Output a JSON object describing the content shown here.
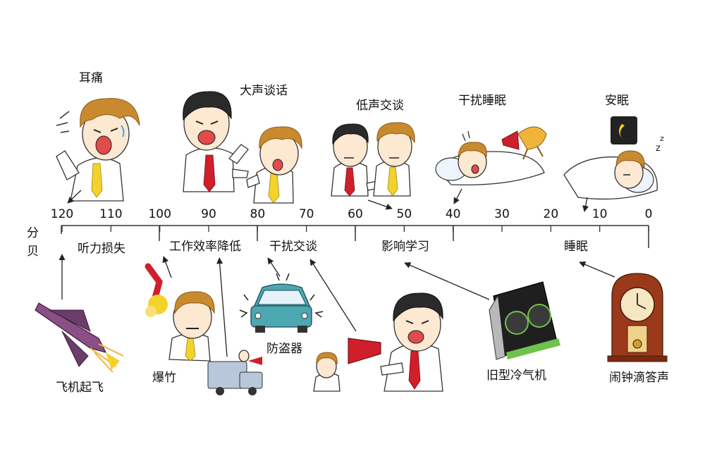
{
  "unit_label": "分贝",
  "scale": {
    "ticks": [
      "120",
      "110",
      "100",
      "90",
      "80",
      "70",
      "60",
      "50",
      "40",
      "30",
      "20",
      "10",
      "0"
    ]
  },
  "bands": [
    "听力损失",
    "工作效率降低",
    "干扰交谈",
    "影响学习",
    "睡眠"
  ],
  "top_labels": {
    "ear_pain": "耳痛",
    "loud_talk": "大声谈话",
    "quiet_talk": "低声交谈",
    "disturb_sleep": "干扰睡眠",
    "sleep_well": "安眠"
  },
  "bottom_labels": {
    "plane": "飞机起飞",
    "firecracker": "爆竹",
    "alarm": "防盗器",
    "old_ac": "旧型冷气机",
    "clock": "闹钟滴答声"
  }
}
